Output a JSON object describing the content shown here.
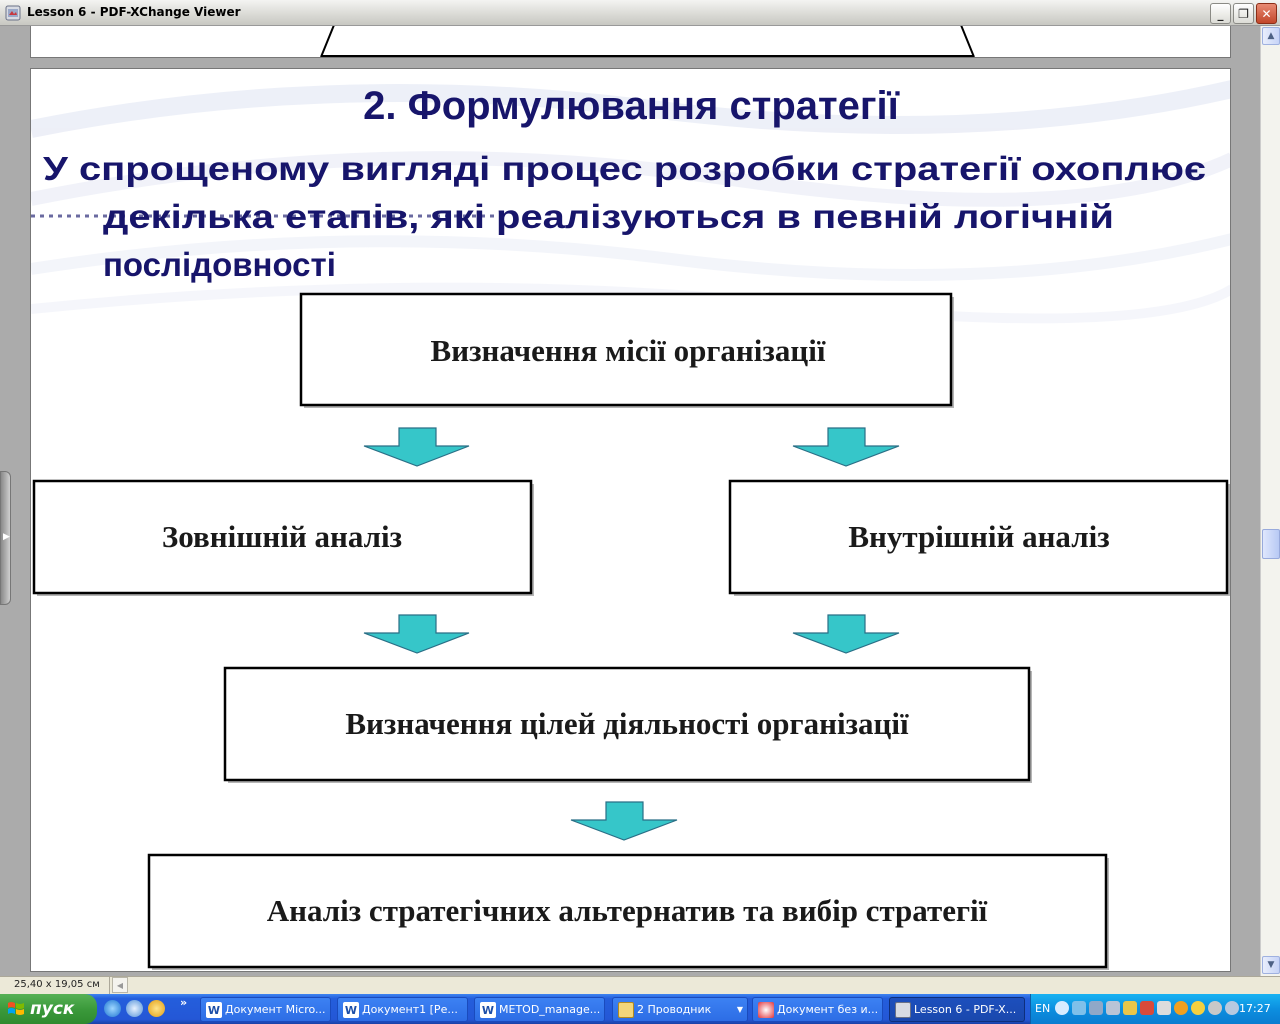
{
  "window": {
    "title": "Lesson 6 - PDF-XChange Viewer",
    "controls": {
      "minimize": "_",
      "maximize": "❐",
      "close": "✕"
    }
  },
  "slide": {
    "title": "2. Формулювання стратегії",
    "intro_line1": "У спрощеному вигляді процес розробки стратегії охоплює",
    "intro_line2": "декілька етапів, які реалізуються в певній логічній",
    "intro_line3": "послідовності",
    "boxes": {
      "mission": "Визначення місії організації",
      "external": "Зовнішній аналіз",
      "internal": "Внутрішній аналіз",
      "goals": "Визначення цілей діяльності організації",
      "alternatives": "Аналіз стратегічних альтернатив та вибір стратегії"
    },
    "colors": {
      "title": "#17156b",
      "arrow": "#36c6c9"
    }
  },
  "statusbar": {
    "page_size": "25,40 x 19,05 см"
  },
  "taskbar": {
    "start_label": "пуск",
    "more": "»",
    "tasks": [
      {
        "label": "Документ Micro...",
        "icon": "W"
      },
      {
        "label": "Документ1 [Ре...",
        "icon": "W"
      },
      {
        "label": "METOD_manage...",
        "icon": "W"
      },
      {
        "label": "2 Проводник",
        "icon": "folder"
      },
      {
        "label": "Документ без и...",
        "icon": "browser"
      },
      {
        "label": "Lesson 6 - PDF-X...",
        "icon": "pdf"
      }
    ],
    "language": "EN",
    "clock": "17:27"
  }
}
